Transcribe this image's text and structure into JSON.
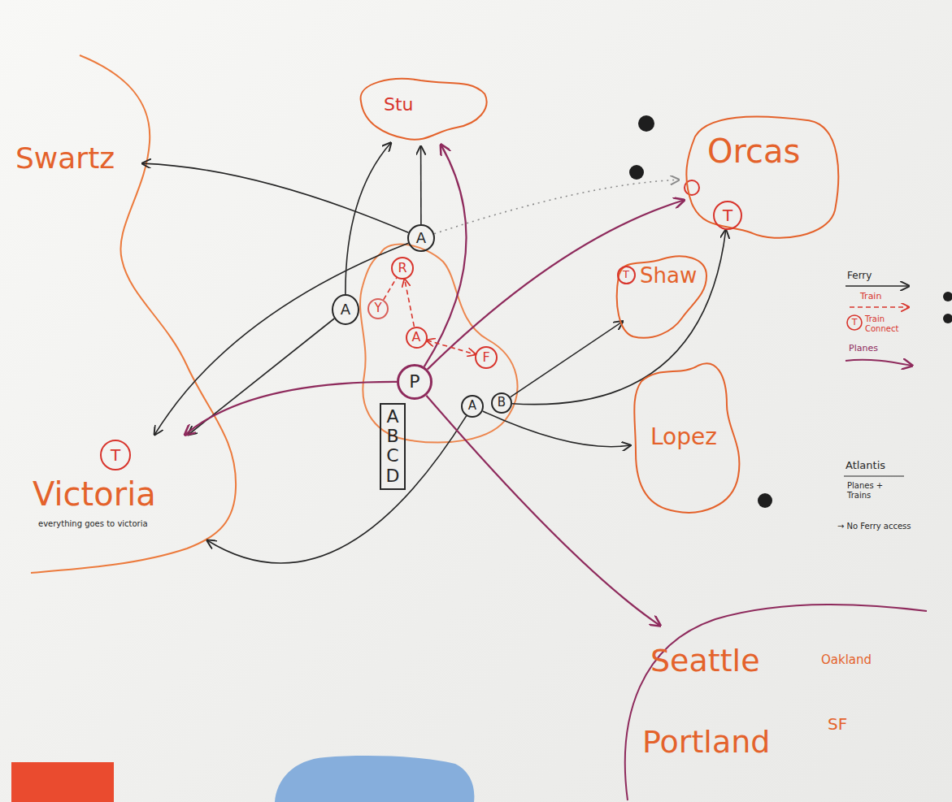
{
  "diagram": {
    "nodes": [
      {
        "text": [
          "Swartz"
        ]
      },
      {
        "text": [
          "Stu"
        ]
      },
      {
        "text": [
          "Orcas"
        ]
      },
      {
        "text": [
          "T"
        ],
        "in": 2
      },
      {
        "text": [
          "Shaw"
        ]
      },
      {
        "text": [
          "T"
        ],
        "in": 4
      },
      {
        "text": [
          "Lopez"
        ]
      },
      {
        "text": [
          "Victoria",
          "everything goes to victoria"
        ]
      },
      {
        "text": [
          "T"
        ],
        "in": 7
      },
      {
        "text": [
          "A"
        ]
      },
      {
        "text": [
          "A"
        ]
      },
      {
        "text": [
          "R"
        ]
      },
      {
        "text": [
          "Y"
        ]
      },
      {
        "text": [
          "A"
        ]
      },
      {
        "text": [
          "F"
        ]
      },
      {
        "text": [
          "P"
        ]
      },
      {
        "text": [
          "ABCD"
        ]
      },
      {
        "text": [
          "A"
        ]
      },
      {
        "text": [
          "B"
        ]
      },
      {
        "text": [
          "Seattle",
          "Oakland",
          "Portland",
          "SF"
        ]
      }
    ],
    "edges": [
      {
        "from": 9,
        "to": 1,
        "arrow": "to"
      },
      {
        "from": 9,
        "to": 0,
        "arrow": "to"
      },
      {
        "from": 9,
        "to": 2,
        "arrow": "to"
      },
      {
        "from": 9,
        "to": 7,
        "arrow": "to"
      },
      {
        "from": 10,
        "to": 1,
        "arrow": "to"
      },
      {
        "from": 10,
        "to": 7,
        "arrow": "to"
      },
      {
        "from": 17,
        "to": 6,
        "arrow": "to"
      },
      {
        "from": 17,
        "to": 7,
        "arrow": "to"
      },
      {
        "from": 18,
        "to": 4,
        "arrow": "to"
      },
      {
        "from": 18,
        "to": 3,
        "arrow": "to"
      },
      {
        "from": 15,
        "to": 1,
        "arrow": "to"
      },
      {
        "from": 15,
        "to": 2,
        "arrow": "to"
      },
      {
        "from": 15,
        "to": 7,
        "arrow": "to"
      },
      {
        "from": 15,
        "to": 19,
        "arrow": "to"
      },
      {
        "from": 13,
        "to": 11,
        "arrow": "to"
      },
      {
        "from": 12,
        "to": 11,
        "arrow": "none"
      },
      {
        "from": 13,
        "to": 14,
        "arrow": "both"
      }
    ],
    "labels": [
      "T",
      "Atlantis",
      "Planes + Trains",
      "→ No Ferry access"
    ],
    "legend": [
      {
        "text": "Ferry"
      },
      {
        "text": "Train"
      },
      {
        "text": "Train Connect"
      },
      {
        "text": "Planes"
      }
    ]
  }
}
